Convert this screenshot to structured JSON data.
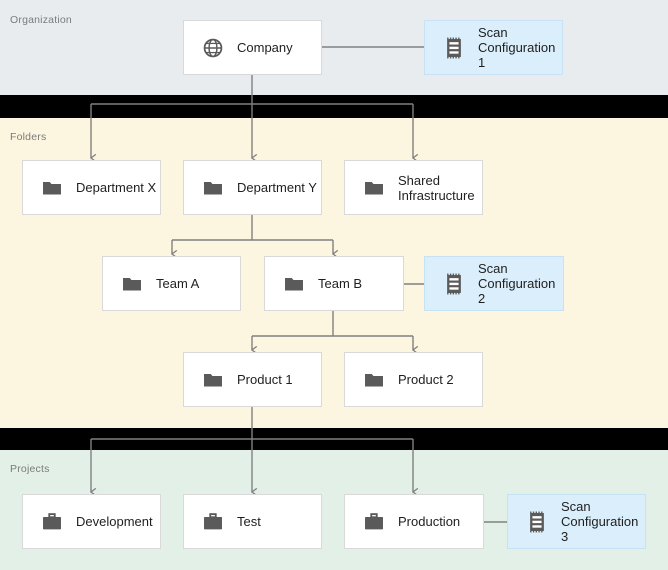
{
  "diagram": {
    "title": "Organization / Folders / Projects hierarchy",
    "colors": {
      "organization_band": "#e8ecef",
      "folders_band": "#fcf5e0",
      "projects_band": "#e2f0e8",
      "separator_band": "#000000",
      "node_fill": "#ffffff",
      "node_border": "#d9d9d9",
      "scan_node_fill": "#dbeefb",
      "scan_node_border": "#c6e2f4",
      "connector": "#808080",
      "icon": "#5a5a5a",
      "band_label_text": "#7b7b7b",
      "node_label_text": "#1f1f1f"
    }
  },
  "bands": [
    {
      "id": "organization",
      "label": "Organization"
    },
    {
      "id": "folders",
      "label": "Folders"
    },
    {
      "id": "projects",
      "label": "Projects"
    }
  ],
  "nodes": [
    {
      "id": "company",
      "label": "Company",
      "icon": "globe-icon",
      "type": "organization"
    },
    {
      "id": "scan1",
      "label": "Scan\nConfiguration 1",
      "icon": "scan-icon",
      "type": "scan-config"
    },
    {
      "id": "dept-x",
      "label": "Department X",
      "icon": "folder-icon",
      "type": "folder"
    },
    {
      "id": "dept-y",
      "label": "Department Y",
      "icon": "folder-icon",
      "type": "folder"
    },
    {
      "id": "shared",
      "label": "Shared\nInfrastructure",
      "icon": "folder-icon",
      "type": "folder"
    },
    {
      "id": "team-a",
      "label": "Team A",
      "icon": "folder-icon",
      "type": "folder"
    },
    {
      "id": "team-b",
      "label": "Team B",
      "icon": "folder-icon",
      "type": "folder"
    },
    {
      "id": "scan2",
      "label": "Scan\nConfiguration 2",
      "icon": "scan-icon",
      "type": "scan-config"
    },
    {
      "id": "product-1",
      "label": "Product 1",
      "icon": "folder-icon",
      "type": "folder"
    },
    {
      "id": "product-2",
      "label": "Product 2",
      "icon": "folder-icon",
      "type": "folder"
    },
    {
      "id": "development",
      "label": "Development",
      "icon": "briefcase-icon",
      "type": "project"
    },
    {
      "id": "test",
      "label": "Test",
      "icon": "briefcase-icon",
      "type": "project"
    },
    {
      "id": "production",
      "label": "Production",
      "icon": "briefcase-icon",
      "type": "project"
    },
    {
      "id": "scan3",
      "label": "Scan\nConfiguration 3",
      "icon": "scan-icon",
      "type": "scan-config"
    }
  ],
  "edges": [
    {
      "from": "company",
      "to": "scan1",
      "arrow": false
    },
    {
      "from": "company",
      "to": "dept-x",
      "arrow": true
    },
    {
      "from": "company",
      "to": "dept-y",
      "arrow": true
    },
    {
      "from": "company",
      "to": "shared",
      "arrow": true
    },
    {
      "from": "dept-y",
      "to": "team-a",
      "arrow": true
    },
    {
      "from": "dept-y",
      "to": "team-b",
      "arrow": true
    },
    {
      "from": "team-b",
      "to": "scan2",
      "arrow": false
    },
    {
      "from": "team-b",
      "to": "product-1",
      "arrow": true
    },
    {
      "from": "team-b",
      "to": "product-2",
      "arrow": true
    },
    {
      "from": "product-1",
      "to": "development",
      "arrow": true
    },
    {
      "from": "product-1",
      "to": "test",
      "arrow": true
    },
    {
      "from": "product-1",
      "to": "production",
      "arrow": true
    },
    {
      "from": "production",
      "to": "scan3",
      "arrow": false
    }
  ]
}
